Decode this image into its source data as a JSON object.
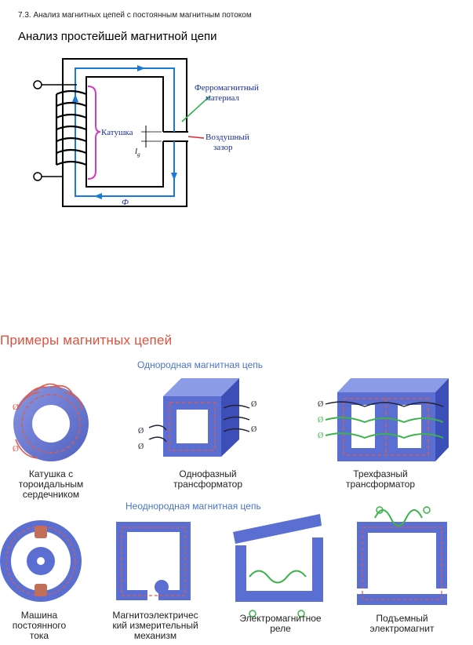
{
  "top": {
    "section_header": "7.3. Анализ магнитных цепей с постоянным магнитным потоком",
    "title": "Анализ простейшей магнитной цепи",
    "diagram": {
      "ferro_label_1": "Ферромагнитный",
      "ferro_label_2": "материал",
      "coil_label": "Катушка",
      "gap_label_1": "Воздушный",
      "gap_label_2": "зазор",
      "gap_length": "l",
      "gap_length_sub": "g",
      "flux": "Ф"
    }
  },
  "bottom": {
    "title": "Примеры магнитных цепей",
    "homogeneous": "Однородная магнитная цепь",
    "heterogeneous": "Неоднородная магнитная цепь",
    "labels": {
      "toroid": [
        "Катушка с",
        "тороидальным",
        "сердечником"
      ],
      "single_phase": [
        "Однофазный",
        "трансформатор"
      ],
      "three_phase": [
        "Трехфазный",
        "трансформатор"
      ],
      "dc_machine": [
        "Машина",
        "постоянного",
        "тока"
      ],
      "meter": [
        "Магнитоэлектричес",
        "кий измерительный",
        "механизм"
      ],
      "relay": [
        "Электромагнитное",
        "реле"
      ],
      "lifting": [
        "Подъемный",
        "электромагнит"
      ]
    }
  },
  "colors": {
    "core_blue": "#5a6fd1",
    "flux_red": "#e05a4a",
    "coil_green": "#3cb34a",
    "title_red": "#e0513f",
    "title_blue": "#4a74c9",
    "diagram_blue_arrow": "#1a7ad8",
    "diagram_magenta": "#d33cc0",
    "diagram_green": "#2bb34a"
  }
}
